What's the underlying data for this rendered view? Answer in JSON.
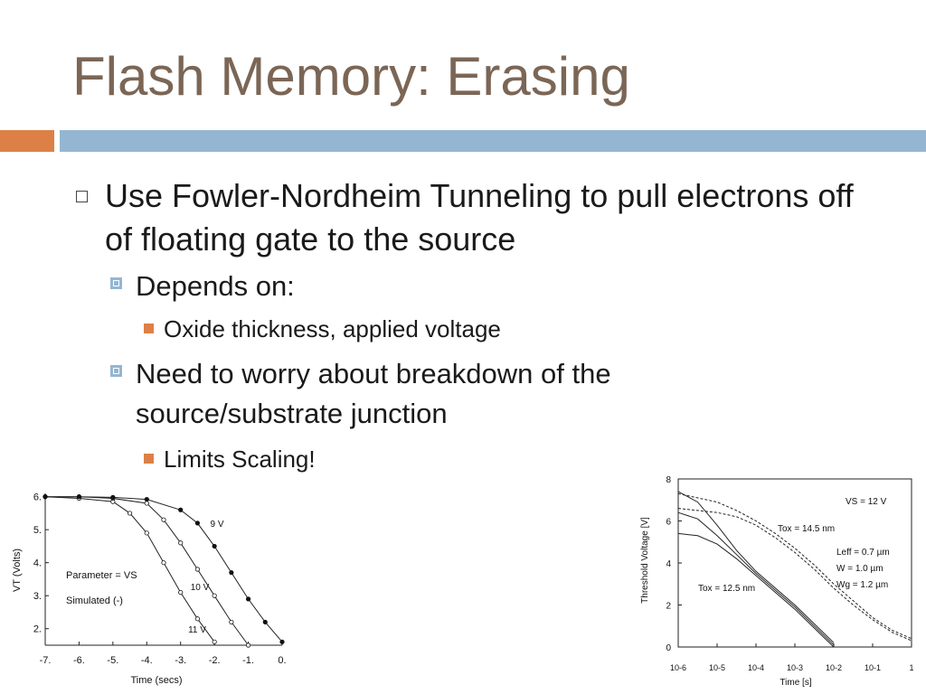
{
  "title": "Flash Memory: Erasing",
  "colors": {
    "title": "#7b6656",
    "accent_orange": "#dd8047",
    "accent_blue": "#94b6d2"
  },
  "bullets": {
    "b1": "Use Fowler-Nordheim Tunneling to pull electrons off of floating gate to the source",
    "b1_1": "Depends on:",
    "b1_1_1": "Oxide thickness, applied voltage",
    "b1_2": "Need to worry about breakdown of the source/substrate junction",
    "b1_2_1": "Limits Scaling!"
  },
  "chart_data": [
    {
      "type": "line",
      "xlabel": "Time (secs)",
      "ylabel": "VT (Volts)",
      "x_ticks": [
        "-7.",
        "-6.",
        "-5.",
        "-4.",
        "-3.",
        "-2.",
        "-1.",
        "0."
      ],
      "y_ticks": [
        "2.",
        "3.",
        "4.",
        "5.",
        "6."
      ],
      "annotations": [
        "Parameter = VS",
        "Simulated (-)"
      ],
      "series": [
        {
          "name": "11 V",
          "x": [
            -7,
            -6,
            -5,
            -4.5,
            -4,
            -3.5,
            -3,
            -2.5,
            -2
          ],
          "y": [
            6.0,
            5.95,
            5.85,
            5.5,
            4.9,
            4.0,
            3.1,
            2.3,
            1.6
          ]
        },
        {
          "name": "10 V",
          "x": [
            -7,
            -6,
            -5,
            -4,
            -3.5,
            -3,
            -2.5,
            -2,
            -1.5,
            -1
          ],
          "y": [
            6.0,
            6.0,
            5.95,
            5.8,
            5.3,
            4.6,
            3.8,
            3.0,
            2.2,
            1.5
          ]
        },
        {
          "name": "9 V",
          "x": [
            -7,
            -6,
            -5,
            -4,
            -3,
            -2.5,
            -2,
            -1.5,
            -1,
            -0.5,
            0
          ],
          "y": [
            6.0,
            6.0,
            5.98,
            5.92,
            5.6,
            5.2,
            4.5,
            3.7,
            2.9,
            2.2,
            1.6
          ]
        }
      ]
    },
    {
      "type": "line",
      "xlabel": "Time [s]",
      "ylabel": "Threshold Voltage [V]",
      "x_ticks": [
        "10-6",
        "10-5",
        "10-4",
        "10-3",
        "10-2",
        "10-1",
        "1"
      ],
      "y_ticks": [
        "0",
        "2",
        "4",
        "6",
        "8"
      ],
      "annotations": [
        "VS = 12 V",
        "Tox = 14.5 nm",
        "Leff = 0.7 µm",
        "W = 1.0 µm",
        "Wg = 1.2 µm",
        "Tox = 12.5 nm"
      ],
      "series": [
        {
          "name": "Tox = 12.5 nm",
          "x": [
            -6,
            -5.5,
            -5,
            -4.5,
            -4,
            -3.5,
            -3,
            -2.5,
            -2
          ],
          "y": [
            7.4,
            6.9,
            5.8,
            4.6,
            3.6,
            2.8,
            2.0,
            1.1,
            0.2
          ]
        },
        {
          "name": "Tox = 12.5 nm",
          "x": [
            -6,
            -5.5,
            -5,
            -4.5,
            -4,
            -3.5,
            -3,
            -2.5,
            -2
          ],
          "y": [
            6.4,
            6.1,
            5.3,
            4.4,
            3.5,
            2.7,
            1.9,
            1.0,
            0.1
          ]
        },
        {
          "name": "Tox = 12.5 nm",
          "x": [
            -6,
            -5.5,
            -5,
            -4.5,
            -4,
            -3.5,
            -3,
            -2.5,
            -2
          ],
          "y": [
            5.4,
            5.3,
            4.9,
            4.2,
            3.4,
            2.6,
            1.8,
            0.9,
            0.0
          ]
        },
        {
          "name": "Tox = 14.5 nm",
          "x": [
            -6,
            -5,
            -4.5,
            -4,
            -3.5,
            -3,
            -2.5,
            -2,
            -1.5,
            -1,
            -0.5,
            0
          ],
          "y": [
            7.3,
            6.9,
            6.5,
            6.0,
            5.4,
            4.7,
            3.9,
            3.0,
            2.2,
            1.4,
            0.8,
            0.4
          ]
        },
        {
          "name": "Tox = 14.5 nm",
          "x": [
            -6,
            -5,
            -4.5,
            -4,
            -3.5,
            -3,
            -2.5,
            -2,
            -1.5,
            -1,
            -0.5,
            0
          ],
          "y": [
            6.6,
            6.4,
            6.2,
            5.8,
            5.2,
            4.5,
            3.7,
            2.8,
            2.0,
            1.3,
            0.7,
            0.3
          ]
        }
      ]
    }
  ]
}
